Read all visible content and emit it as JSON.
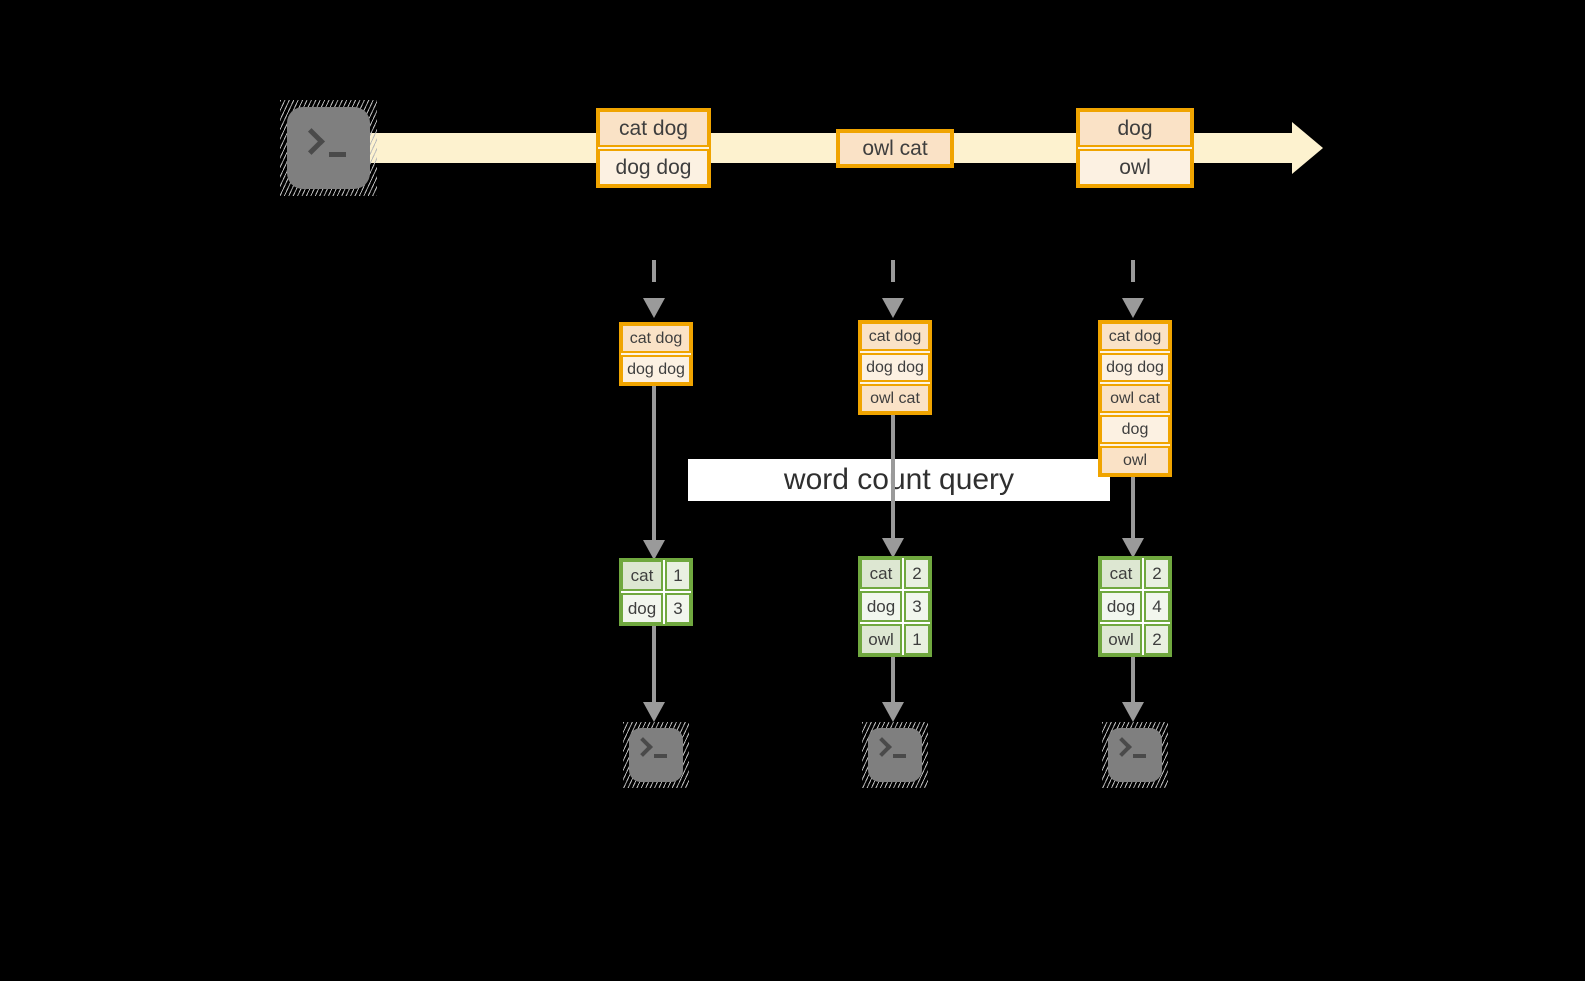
{
  "query_label": "word count query",
  "stream": {
    "source_icon": "terminal-icon",
    "sink_icon": "terminal-icon",
    "arrow_color": "#fdf2cf",
    "box_border_color": "#f0a400",
    "box_fill_dark": "#fae2c6",
    "box_fill_light": "#fcf1e2",
    "batches": [
      [
        "cat dog",
        "dog dog"
      ],
      [
        "owl cat"
      ],
      [
        "dog",
        "owl"
      ]
    ]
  },
  "tables": {
    "border_color": "#70a83f",
    "row_fill_dark": "#dde7d2",
    "row_fill_light": "#f2f6ee"
  },
  "columns": [
    {
      "state": [
        "cat dog",
        "dog dog"
      ],
      "counts": [
        [
          "cat",
          "1"
        ],
        [
          "dog",
          "3"
        ]
      ]
    },
    {
      "state": [
        "cat dog",
        "dog dog",
        "owl cat"
      ],
      "counts": [
        [
          "cat",
          "2"
        ],
        [
          "dog",
          "3"
        ],
        [
          "owl",
          "1"
        ]
      ]
    },
    {
      "state": [
        "cat dog",
        "dog dog",
        "owl cat",
        "dog",
        "owl"
      ],
      "counts": [
        [
          "cat",
          "2"
        ],
        [
          "dog",
          "4"
        ],
        [
          "owl",
          "2"
        ]
      ]
    }
  ]
}
